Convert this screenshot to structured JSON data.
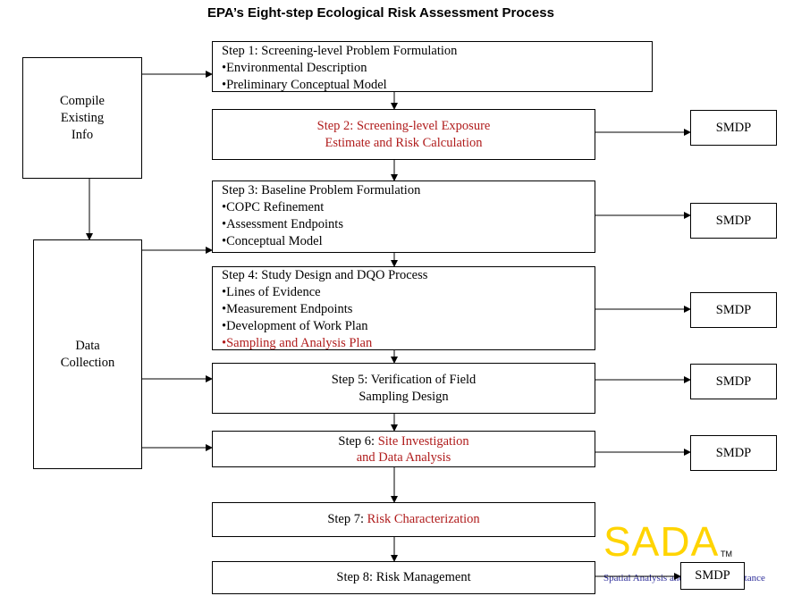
{
  "title": "EPA’s Eight-step Ecological Risk Assessment Process",
  "compile": {
    "lines": [
      "Compile",
      "Existing",
      "Info"
    ]
  },
  "data_collection": {
    "lines": [
      "Data",
      "Collection"
    ]
  },
  "steps": {
    "s1": {
      "line1": "Step 1:  Screening-level Problem Formulation",
      "line2": "•Environmental Description",
      "line3": "•Preliminary Conceptual Model"
    },
    "s2": {
      "line1": "Step 2:  Screening-level Exposure",
      "line2": "Estimate and Risk Calculation"
    },
    "s3": {
      "line1": "Step 3:  Baseline Problem Formulation",
      "line2": "•COPC Refinement",
      "line3": "•Assessment Endpoints",
      "line4": "•Conceptual Model"
    },
    "s4": {
      "line1": "Step 4: Study Design and DQO Process",
      "line2": "•Lines of Evidence",
      "line3": "•Measurement Endpoints",
      "line4": "•Development of Work Plan",
      "line5": "•Sampling and Analysis Plan"
    },
    "s5": {
      "line1": "Step 5:  Verification of Field",
      "line2": "Sampling Design"
    },
    "s6": {
      "prefix": "Step 6:  ",
      "red1": "Site Investigation",
      "red2": "and Data Analysis"
    },
    "s7": {
      "prefix": "Step 7: ",
      "red": "Risk Characterization"
    },
    "s8": {
      "line1": "Step 8:  Risk Management"
    }
  },
  "smdp_label": "SMDP",
  "logo": {
    "text": "SADA",
    "tm": "TM",
    "subtitle": "Spatial Analysis and Decision Assistance"
  },
  "colors": {
    "red_text": "#b01c1c",
    "logo_yellow": "#ffd400",
    "logo_subtitle": "#2d2d9a"
  }
}
